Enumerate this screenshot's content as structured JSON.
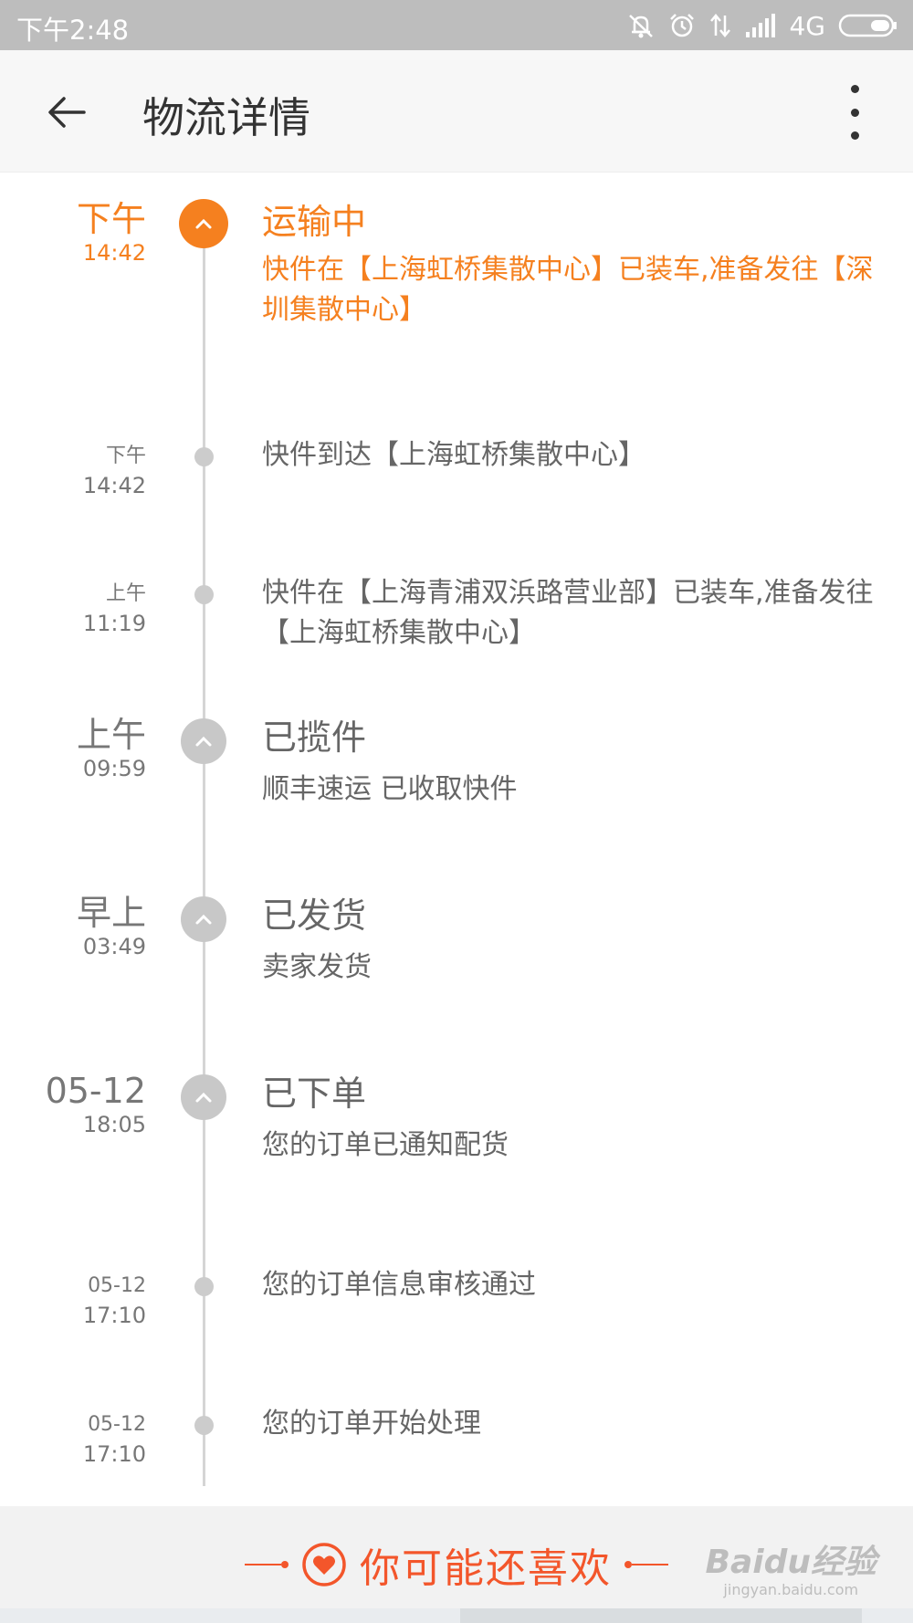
{
  "status_bar": {
    "time": "下午2:48",
    "network": "4G",
    "icons": [
      "mute-icon",
      "alarm-icon",
      "data-transfer-icon",
      "signal-icon",
      "battery-icon"
    ]
  },
  "header": {
    "back_icon": "arrow-left-icon",
    "title": "物流详情",
    "more_icon": "more-vertical-icon"
  },
  "timeline": [
    {
      "kind": "major",
      "active": true,
      "time_line1": "下午",
      "time_line2": "14:42",
      "title": "运输中",
      "desc": "快件在【上海虹桥集散中心】已装车,准备发往【深圳集散中心】"
    },
    {
      "kind": "minor",
      "active": false,
      "time_line1": "下午",
      "time_line2": "14:42",
      "title": "",
      "desc": "快件到达【上海虹桥集散中心】"
    },
    {
      "kind": "minor",
      "active": false,
      "time_line1": "上午",
      "time_line2": "11:19",
      "title": "",
      "desc": "快件在【上海青浦双浜路营业部】已装车,准备发往【上海虹桥集散中心】"
    },
    {
      "kind": "major",
      "active": false,
      "time_line1": "上午",
      "time_line2": "09:59",
      "title": "已揽件",
      "desc": "顺丰速运 已收取快件"
    },
    {
      "kind": "major",
      "active": false,
      "time_line1": "早上",
      "time_line2": "03:49",
      "title": "已发货",
      "desc": "卖家发货"
    },
    {
      "kind": "major",
      "active": false,
      "time_line1": "05-12",
      "time_line2": "18:05",
      "title": "已下单",
      "desc": "您的订单已通知配货"
    },
    {
      "kind": "minor",
      "active": false,
      "time_line1": "05-12",
      "time_line2": "17:10",
      "title": "",
      "desc": "您的订单信息审核通过"
    },
    {
      "kind": "minor",
      "active": false,
      "time_line1": "05-12",
      "time_line2": "17:10",
      "title": "",
      "desc": "您的订单开始处理"
    }
  ],
  "recommend": {
    "icon": "heart-icon",
    "label": "你可能还喜欢"
  },
  "watermark": {
    "brand": "Baidu经验",
    "url": "jingyan.baidu.com"
  },
  "colors": {
    "accent": "#f5801f",
    "recommend": "#f3562b",
    "text": "#666666",
    "node_gray": "#c8c8c8"
  }
}
